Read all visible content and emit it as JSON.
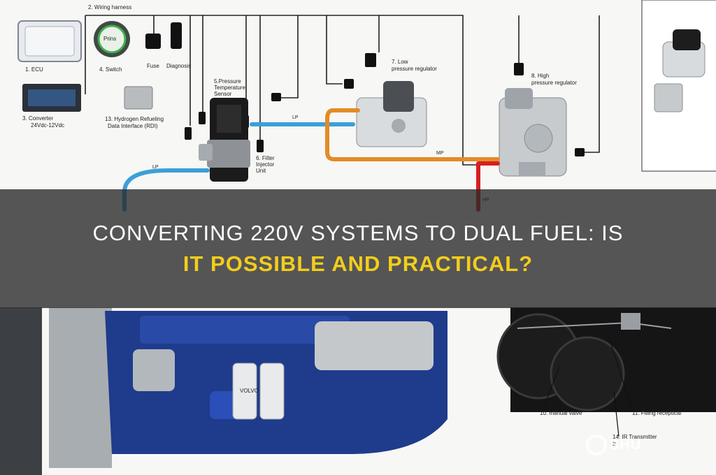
{
  "diagram": {
    "labels": {
      "harness": "2. Wiring harness",
      "ecu": "1. ECU",
      "switch": "4. Switch",
      "fuse": "Fuse",
      "diagnosis": "Diagnosis",
      "converter_1": "3. Converter",
      "converter_2": "24Vdc-12Vdc",
      "rdi_1": "13. Hydrogen Refueling",
      "rdi_2": "Data Interface (RDI)",
      "pts_1": "5.Pressure",
      "pts_2": "Temperature",
      "pts_3": "Sensor",
      "lpr_1": "7. Low",
      "lpr_2": "pressure regulator",
      "hpr_1": "8. High",
      "hpr_2": "pressure regulator",
      "filter_1": "6. Filter",
      "filter_2": "Injector",
      "filter_3": "Unit",
      "manual_valve": "10. manual valve",
      "filling": "11. Filling receptical",
      "ir_1": "14. IR Transmitter",
      "ir_2": "tr"
    },
    "lines": {
      "lp_top": "LP",
      "lp_left": "LP",
      "mp": "MP",
      "hp": "HP"
    },
    "brand": "VOLVO",
    "switch_brand": "Prins"
  },
  "banner": {
    "title_line1": "Converting 220V Systems to Dual Fuel: Is",
    "title_line2": "It Possible and Practical?"
  },
  "watermark": {
    "text": "SHU"
  },
  "colors": {
    "lp_line": "#3aa0d8",
    "mp_line": "#e38b27",
    "hp_line": "#d62020",
    "engine_blue": "#1f3b8c",
    "title_accent": "#f3cd1c"
  }
}
